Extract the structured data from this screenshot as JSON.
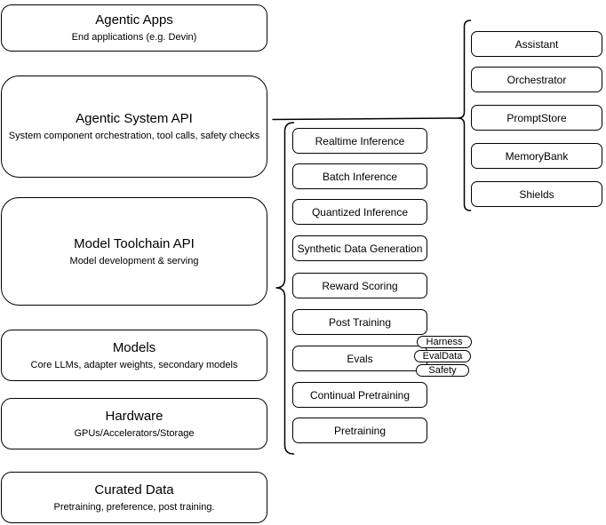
{
  "diagram": {
    "stack_layers": [
      {
        "title": "Agentic Apps",
        "subtitle": "End applications (e.g. Devin)"
      },
      {
        "title": "Agentic System API",
        "subtitle": "System component orchestration, tool calls, safety checks"
      },
      {
        "title": "Model Toolchain API",
        "subtitle": "Model development & serving"
      },
      {
        "title": "Models",
        "subtitle": "Core LLMs, adapter weights, secondary models"
      },
      {
        "title": "Hardware",
        "subtitle": "GPUs/Accelerators/Storage"
      },
      {
        "title": "Curated Data",
        "subtitle": "Pretraining, preference, post training."
      }
    ],
    "toolchain_items": [
      "Realtime Inference",
      "Batch Inference",
      "Quantized Inference",
      "Synthetic Data Generation",
      "Reward Scoring",
      "Post Training",
      "Evals",
      "Continual Pretraining",
      "Pretraining"
    ],
    "eval_tags": [
      "Harness",
      "EvalData",
      "Safety"
    ],
    "system_components": [
      "Assistant",
      "Orchestrator",
      "PromptStore",
      "MemoryBank",
      "Shields"
    ],
    "colors": {
      "stroke": "#000000",
      "fill": "#ffffff",
      "background": "#ffffff"
    }
  }
}
